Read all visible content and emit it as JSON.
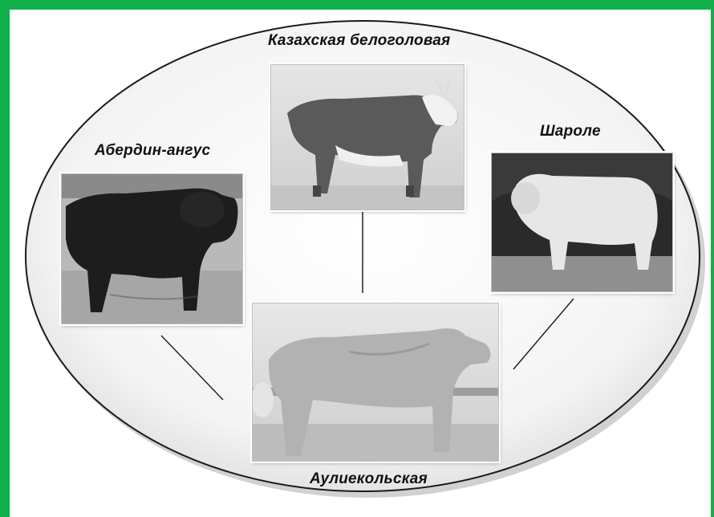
{
  "diagram": {
    "breeds": {
      "top": "Казахская белоголовая",
      "left": "Абердин-ангус",
      "right": "Шароле",
      "bottom": "Аулиекольская"
    },
    "colors": {
      "frame": "#12b04a",
      "oval_fill": "#f2f2f2",
      "oval_stroke": "#1a1a1a",
      "connector": "#222222"
    },
    "images": {
      "top": "hereford-type-cow-photo",
      "left": "black-angus-bull-photo",
      "right": "white-charolais-bull-photo",
      "bottom": "light-grey-auliekol-bull-photo"
    }
  }
}
